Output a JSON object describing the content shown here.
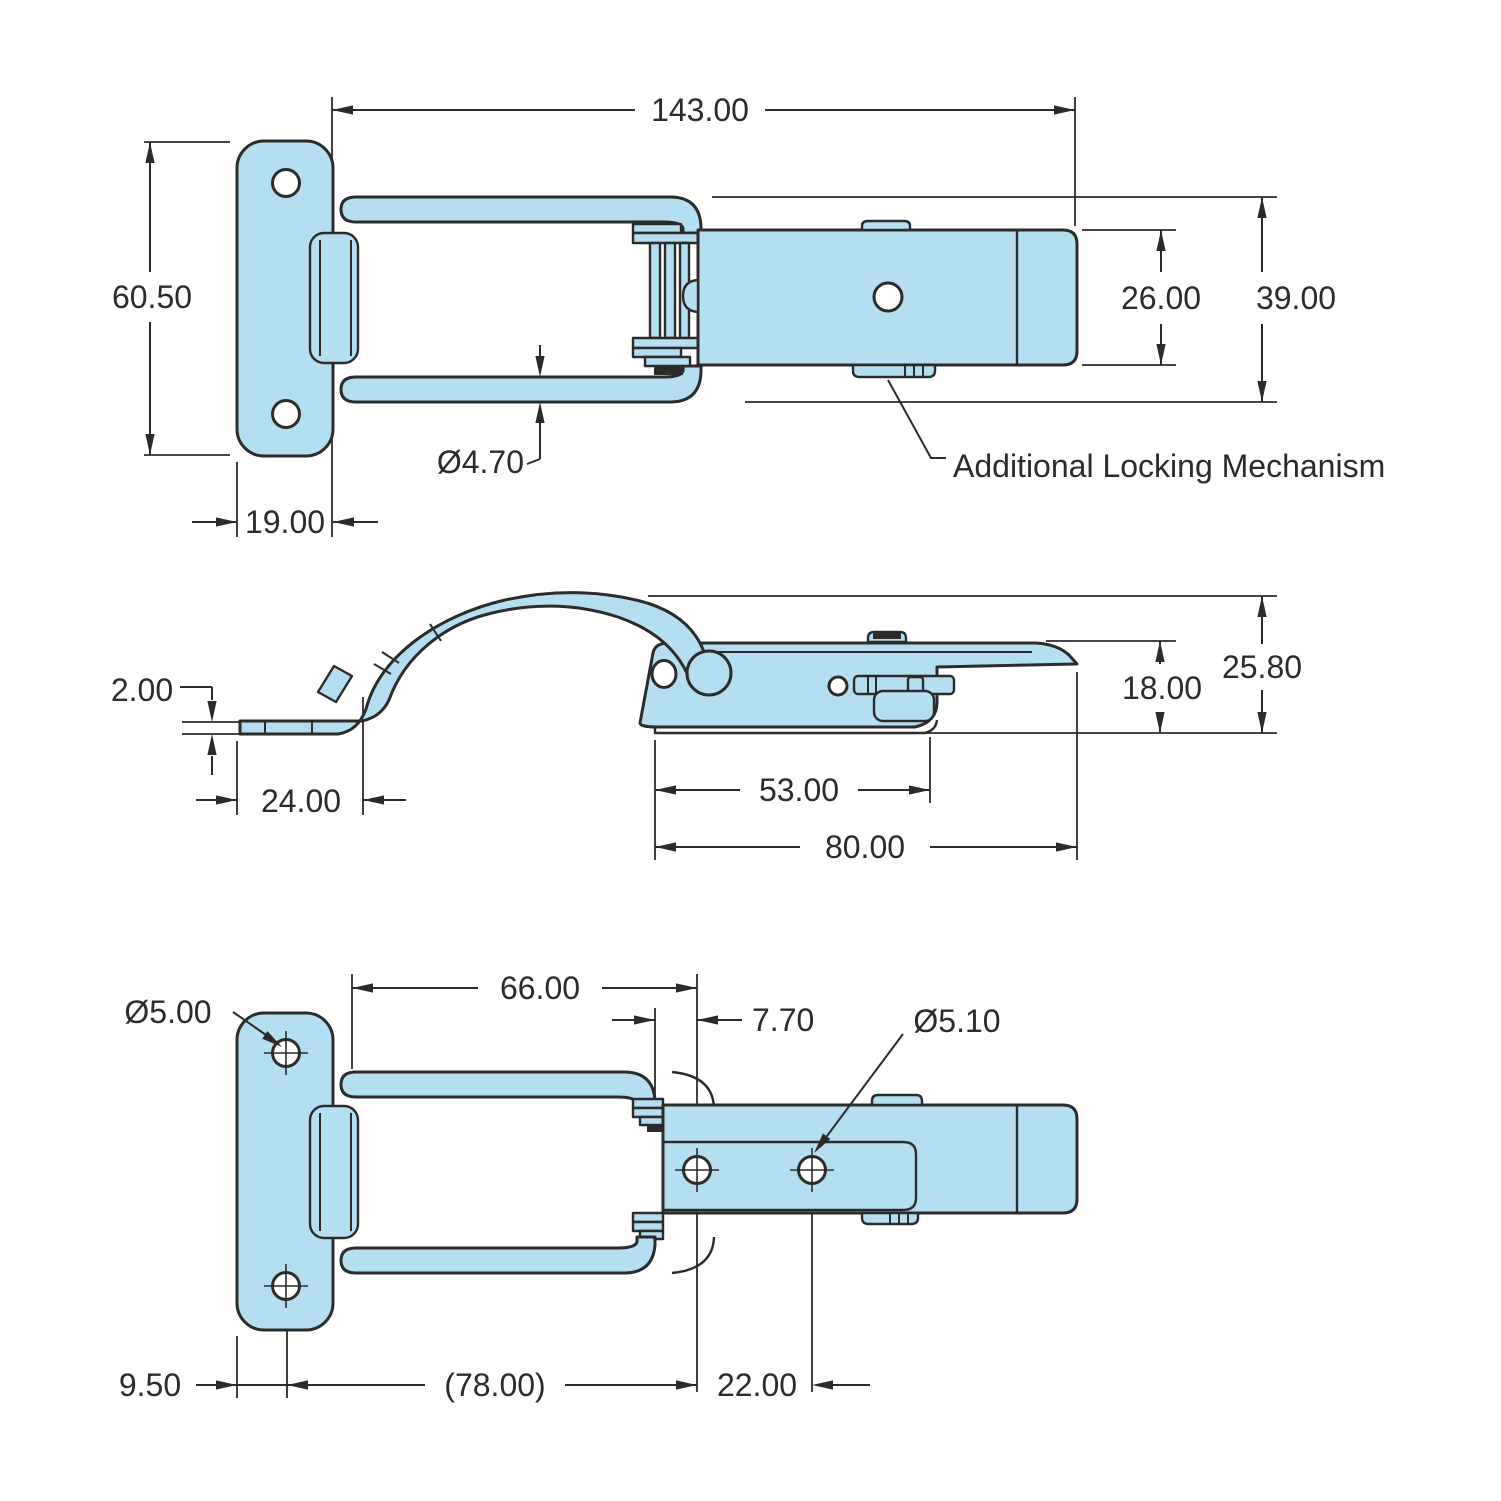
{
  "drawing": {
    "type": "technical-drawing",
    "subject": "draw latch with mounting bracket",
    "annotation": "Additional Locking Mechanism",
    "colors": {
      "part_fill": "#b4dff2",
      "line": "#2b2b2b",
      "background": "#ffffff"
    },
    "views": {
      "top": {
        "overall_length": "143.00",
        "bracket_height": "60.50",
        "bracket_width": "19.00",
        "wire_diameter": "Ø4.70",
        "body_width": "26.00",
        "bail_width": "39.00"
      },
      "side": {
        "pad_thickness": "2.00",
        "pad_length": "24.00",
        "base_length": "53.00",
        "body_length": "80.00",
        "body_height": "18.00",
        "overall_height": "25.80"
      },
      "bottom": {
        "bracket_hole_diameter": "Ø5.00",
        "bail_length": "66.00",
        "pivot_inset": "7.70",
        "body_hole_diameter": "Ø5.10",
        "hole_edge_offset": "9.50",
        "hole_span": "(78.00)",
        "body_hole_spacing": "22.00"
      }
    }
  }
}
